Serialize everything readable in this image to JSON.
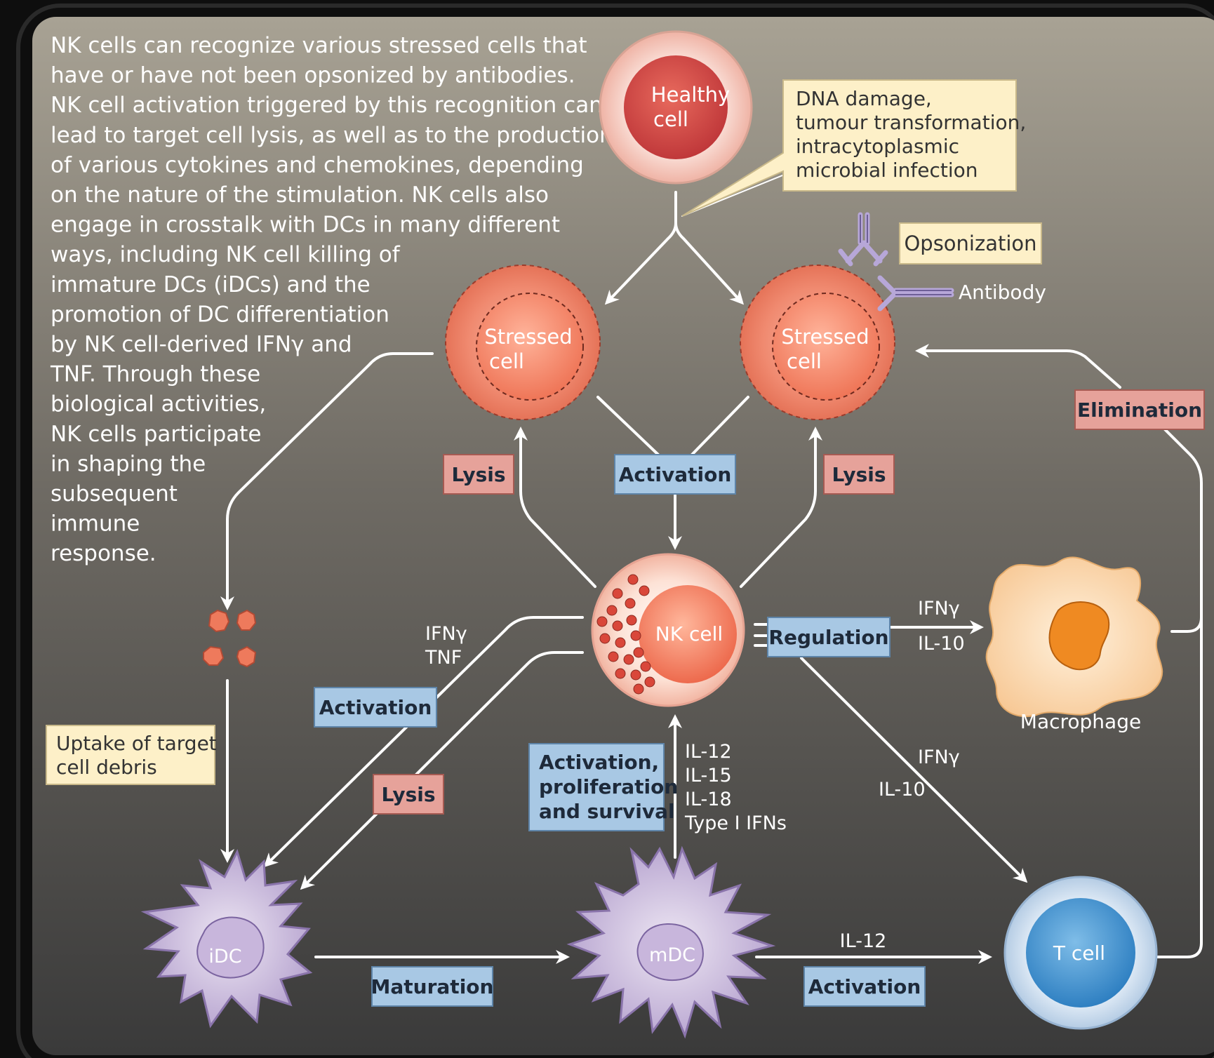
{
  "intro_lines": [
    "NK cells can recognize various stressed cells that",
    "have or have not been opsonized by antibodies.",
    "NK cell activation triggered by this recognition can",
    "lead to target cell lysis, as well as to the production",
    "of various cytokines and chemokines, depending",
    "on the nature of the stimulation. NK cells also",
    "engage in crosstalk with DCs in many different",
    "ways, including NK cell killing of",
    "immature DCs (iDCs) and the",
    "promotion of DC differentiation",
    "by NK cell-derived IFNγ and",
    "TNF. Through these",
    "biological activities,",
    "NK cells participate",
    "in shaping the",
    "subsequent",
    "immune",
    "response."
  ],
  "cells": {
    "healthy": [
      "Healthy",
      "cell"
    ],
    "stressed_left": [
      "Stressed",
      "cell"
    ],
    "stressed_right": [
      "Stressed",
      "cell"
    ],
    "nk": "NK cell",
    "macrophage_label": "Macrophage",
    "idc": "iDC",
    "mdc": "mDC",
    "tcell": "T cell"
  },
  "callouts": {
    "dna_damage": [
      "DNA damage,",
      "tumour transformation,",
      "intracytoplasmic",
      "microbial infection"
    ],
    "opsonization": "Opsonization",
    "antibody": "Antibody",
    "uptake": [
      "Uptake of target",
      "cell debris"
    ]
  },
  "boxes": {
    "lysis_left": "Lysis",
    "activation_top": "Activation",
    "lysis_right": "Lysis",
    "elimination": "Elimination",
    "regulation": "Regulation",
    "activation_left": "Activation",
    "lysis_mid": "Lysis",
    "activation_prolif": [
      "Activation,",
      "proliferation",
      "and survival"
    ],
    "maturation": "Maturation",
    "activation_bottom": "Activation"
  },
  "cytokines": {
    "nk_to_idc": [
      "IFNγ",
      "TNF"
    ],
    "nk_to_macrophage": [
      "IFNγ",
      "IL-10"
    ],
    "nk_to_tcell": [
      "IFNγ",
      "IL-10"
    ],
    "mdc_to_nk": [
      "IL-12",
      "IL-15",
      "IL-18",
      "Type I IFNs"
    ],
    "mdc_to_tcell": "IL-12"
  },
  "colors": {
    "background_top": "#a8a294",
    "background_bottom": "#3c3c3c",
    "stressed_cell": "#f08870",
    "healthy_cell": "#c94040",
    "blue_box": "#a8c8e4",
    "red_box": "#e6a29a",
    "yellow_callout": "#fdf0c8",
    "idc_cell": "#c9b8dc",
    "macrophage": "#fbd3a4",
    "macrophage_nucleus": "#ee8a22",
    "tcell": "#3a8ccc"
  }
}
